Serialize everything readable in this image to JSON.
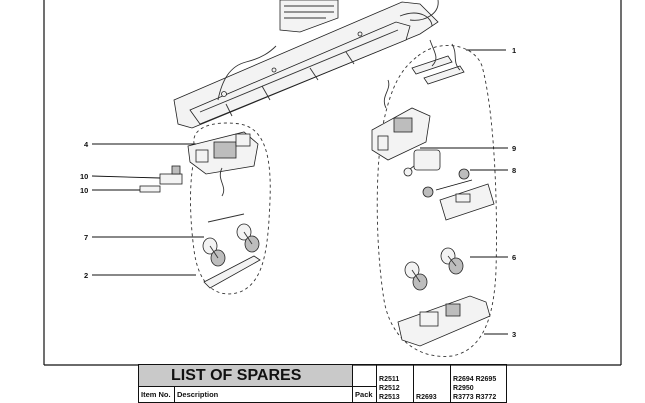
{
  "diagram": {
    "callouts": [
      {
        "id": "c1",
        "label": "1"
      },
      {
        "id": "c2",
        "label": "2"
      },
      {
        "id": "c3",
        "label": "3"
      },
      {
        "id": "c4",
        "label": "4"
      },
      {
        "id": "c6",
        "label": "6"
      },
      {
        "id": "c7",
        "label": "7"
      },
      {
        "id": "c8",
        "label": "8"
      },
      {
        "id": "c9",
        "label": "9"
      },
      {
        "id": "c10a",
        "label": "10"
      },
      {
        "id": "c10b",
        "label": "10"
      }
    ]
  },
  "spares": {
    "title": "LIST OF SPARES",
    "item_no_label": "Item No.",
    "description_label": "Description",
    "pack_label": "Pack",
    "col1_codes": [
      "R2511",
      "R2512",
      "R2513"
    ],
    "col2_code": "R2693",
    "col3_codes": [
      "R2694 R2695",
      "R2950",
      "R3773 R3772"
    ]
  }
}
